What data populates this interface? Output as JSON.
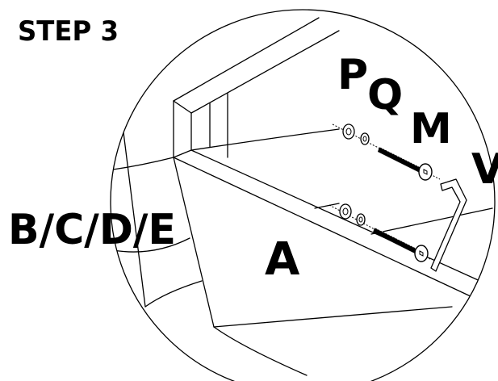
{
  "step_title": "STEP 3",
  "labels": {
    "washer_large": "P",
    "washer_small": "Q",
    "bolt": "M",
    "hex_key": "V",
    "side_panels": "B/C/D/E",
    "top_panel": "A"
  },
  "colors": {
    "ink": "#000000",
    "background": "#ffffff"
  }
}
